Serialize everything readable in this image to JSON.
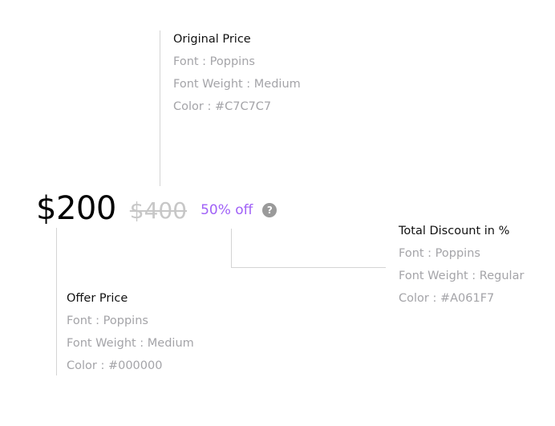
{
  "price": {
    "offer": "$200",
    "original": "$400",
    "discount": "50% off",
    "help_icon": "?"
  },
  "annotations": {
    "original": {
      "title": "Original Price",
      "font": "Font : Poppins",
      "weight": "Font Weight :  Medium",
      "color": "Color : #C7C7C7"
    },
    "offer": {
      "title": "Offer Price",
      "font": "Font : Poppins",
      "weight": "Font Weight :  Medium",
      "color": "Color : #000000"
    },
    "discount": {
      "title": "Total Discount in %",
      "font": "Font : Poppins",
      "weight": "Font Weight :  Regular",
      "color": "Color : #A061F7"
    }
  },
  "colors": {
    "offer": "#000000",
    "original": "#C7C7C7",
    "discount": "#A061F7"
  }
}
